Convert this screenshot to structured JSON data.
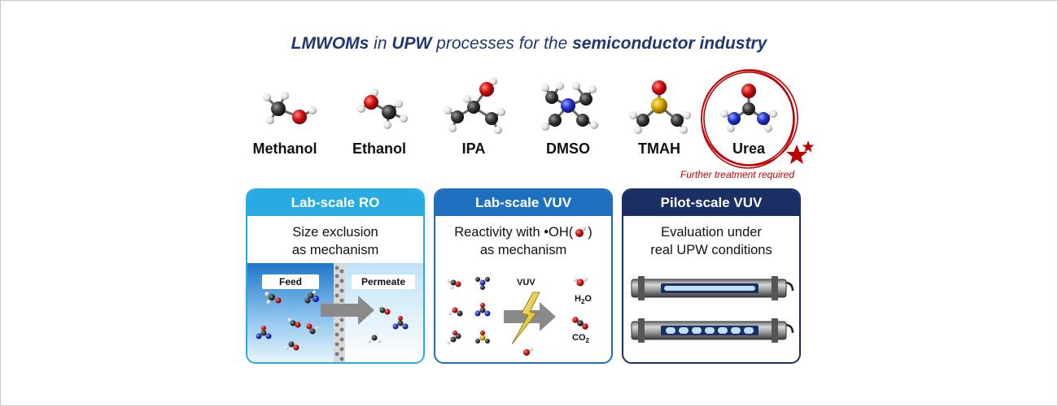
{
  "title": {
    "part1": "LMWOMs",
    "part2": " in ",
    "part3": "UPW",
    "part4": " processes for the ",
    "part5": "semiconductor",
    "part6": " ",
    "part7": "industry"
  },
  "molecules": [
    {
      "name": "Methanol"
    },
    {
      "name": "Ethanol"
    },
    {
      "name": "IPA"
    },
    {
      "name": "DMSO"
    },
    {
      "name": "TMAH"
    },
    {
      "name": "Urea"
    }
  ],
  "highlight_note": "Further treatment required",
  "panels": {
    "lab_ro": {
      "header": "Lab-scale RO",
      "desc_line1": "Size exclusion",
      "desc_line2": "as mechanism",
      "feed_label": "Feed",
      "permeate_label": "Permeate",
      "header_color": "#29abe2"
    },
    "lab_vuv": {
      "header": "Lab-scale VUV",
      "desc_line1_a": "Reactivity with •OH(",
      "desc_line1_b": ")",
      "desc_line2": "as mechanism",
      "vuv_label": "VUV",
      "h2o_label": "H",
      "h2o_sub": "2",
      "h2o_tail": "O",
      "co2_label": "CO",
      "co2_sub": "2",
      "header_color": "#1f6fbf"
    },
    "pilot_vuv": {
      "header": "Pilot-scale VUV",
      "desc_line1": "Evaluation under",
      "desc_line2": "real UPW conditions",
      "header_color": "#1a2f63"
    }
  },
  "colors": {
    "title": "#1f3871",
    "highlight": "#c00000",
    "carbon": "#3a3a3a",
    "oxygen": "#d01010",
    "nitrogen": "#2233cc",
    "sulfur": "#d4a200",
    "hydrogen": "#e8e8e8"
  }
}
